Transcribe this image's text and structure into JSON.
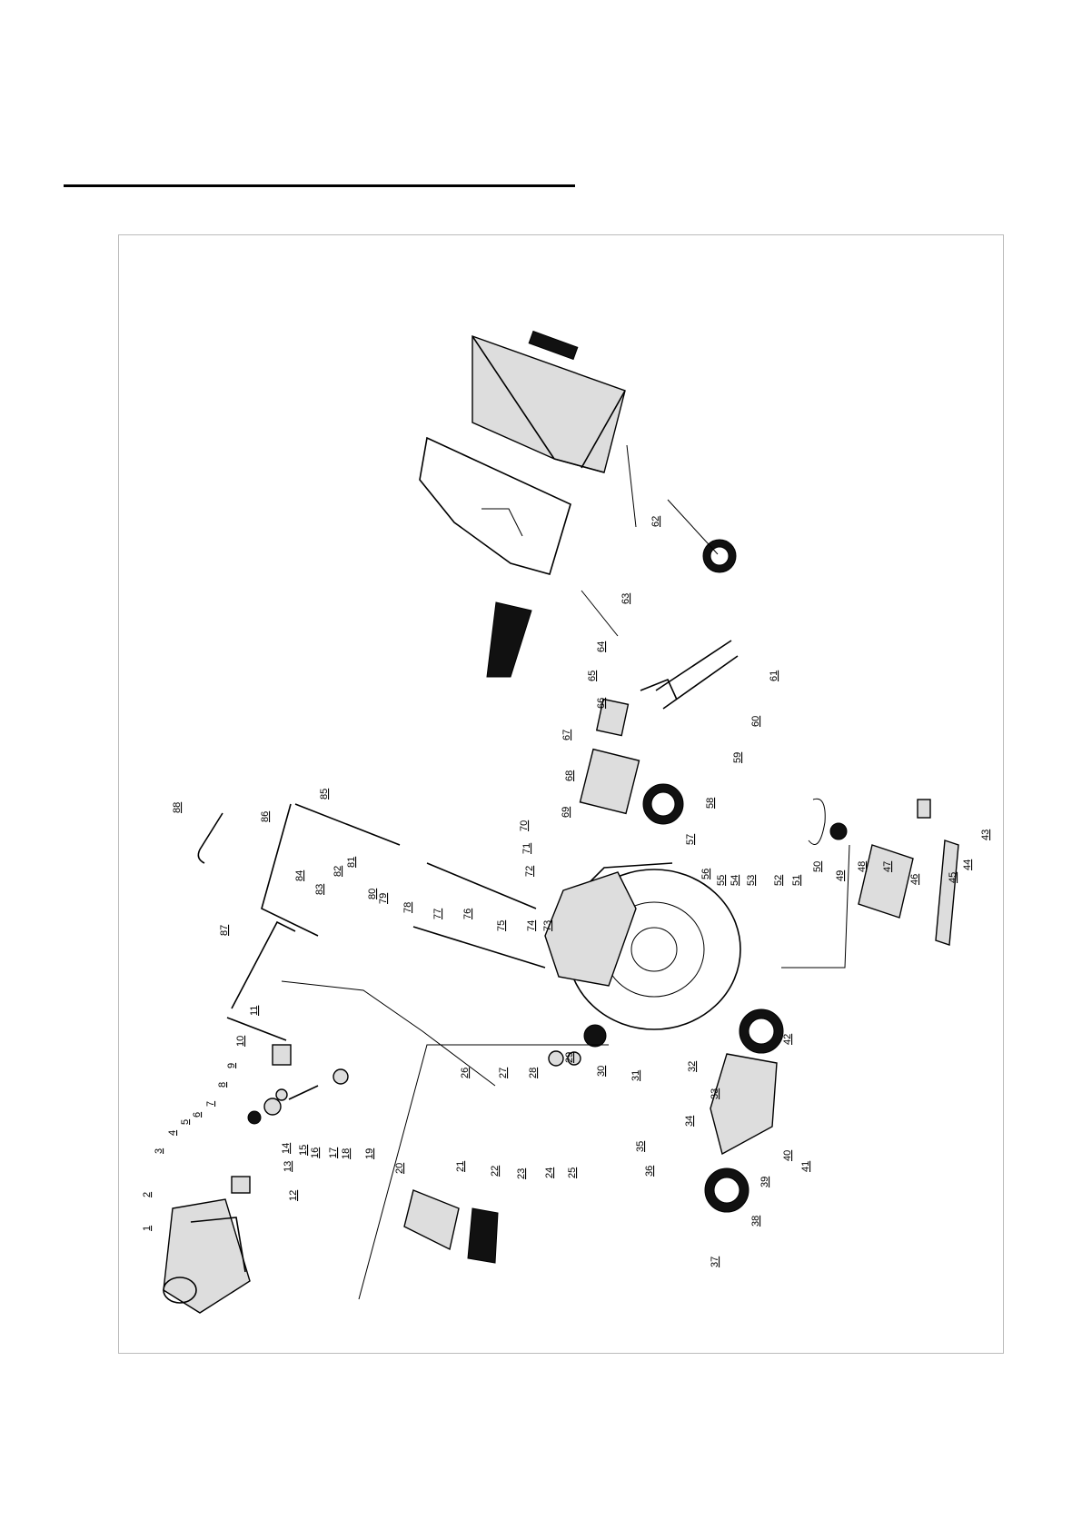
{
  "diagram": {
    "labels": [
      "1",
      "2",
      "3",
      "4",
      "5",
      "6",
      "7",
      "8",
      "9",
      "10",
      "11",
      "12",
      "13",
      "14",
      "15",
      "16",
      "17",
      "18",
      "19",
      "20",
      "21",
      "22",
      "23",
      "24",
      "25",
      "26",
      "27",
      "28",
      "29",
      "30",
      "31",
      "32",
      "33",
      "34",
      "35",
      "36",
      "37",
      "38",
      "39",
      "40",
      "41",
      "42",
      "43",
      "44",
      "45",
      "46",
      "47",
      "48",
      "49",
      "50",
      "51",
      "52",
      "53",
      "54",
      "55",
      "56",
      "57",
      "58",
      "59",
      "60",
      "61",
      "62",
      "63",
      "64",
      "65",
      "66",
      "67",
      "68",
      "69",
      "70",
      "71",
      "72",
      "73",
      "74",
      "75",
      "76",
      "77",
      "78",
      "79",
      "80",
      "81",
      "82",
      "83",
      "84",
      "85",
      "86",
      "87",
      "88"
    ]
  }
}
